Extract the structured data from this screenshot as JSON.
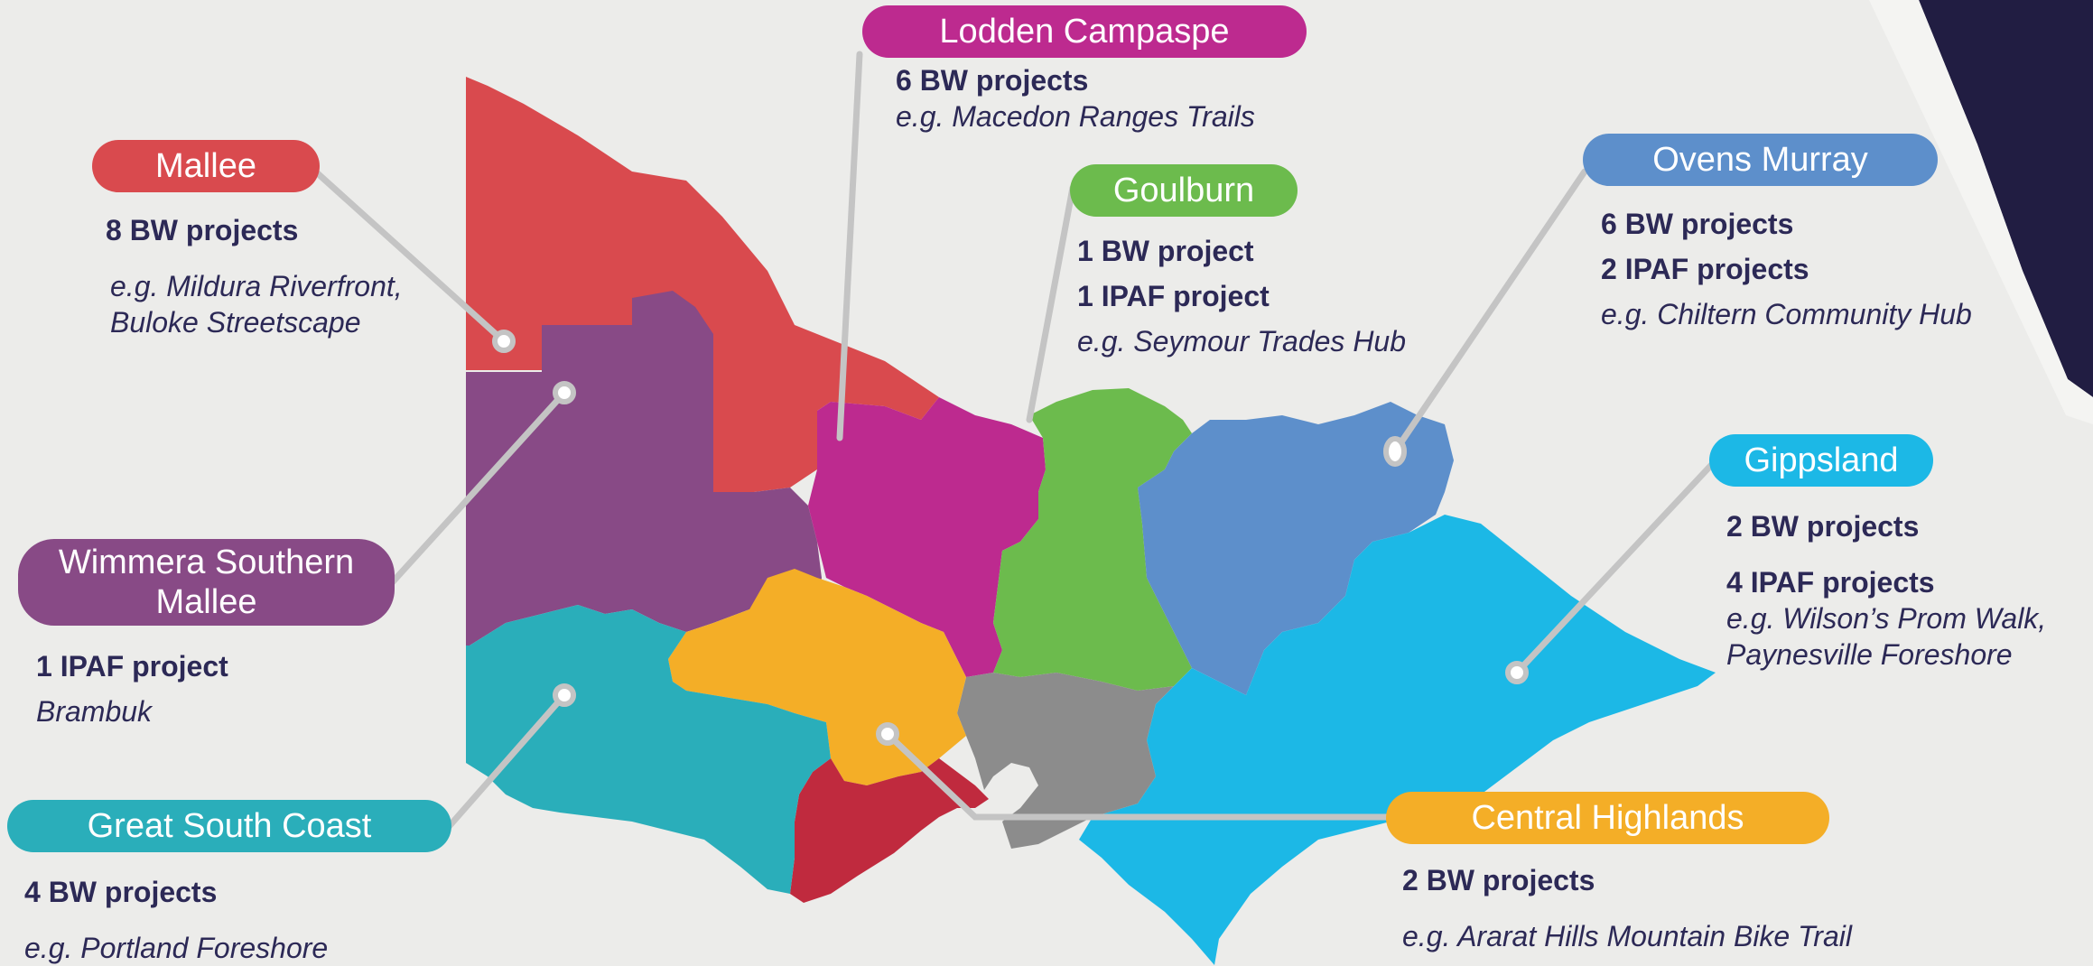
{
  "colors": {
    "mallee": "#d94a4e",
    "lodden": "#bd2a8f",
    "goulburn": "#6cbb4d",
    "ovens": "#5d8fcb",
    "wimmera": "#884a86",
    "gippsland": "#1cb8e6",
    "great_south": "#2aaeba",
    "central": "#f4ae27",
    "geelong": "#c02a3e",
    "melbourne": "#8c8c8c",
    "text": "#2c2956",
    "connector": "#c4c4c4",
    "corner": "#211d42"
  },
  "regions": {
    "mallee": {
      "name": "Mallee",
      "line1": "8 BW projects",
      "example": "e.g. Mildura Riverfront, Buloke Streetscape"
    },
    "lodden": {
      "name": "Lodden Campaspe",
      "line1": "6 BW projects",
      "example": "e.g. Macedon Ranges Trails"
    },
    "goulburn": {
      "name": "Goulburn",
      "line1": "1 BW project",
      "line2": "1 IPAF project",
      "example": "e.g. Seymour Trades Hub"
    },
    "ovens": {
      "name": "Ovens Murray",
      "line1": "6 BW projects",
      "line2": "2 IPAF projects",
      "example": "e.g. Chiltern Community Hub"
    },
    "wimmera": {
      "name": "Wimmera Southern Mallee",
      "line1": "1 IPAF project",
      "example": "Brambuk"
    },
    "gippsland": {
      "name": "Gippsland",
      "line1": "2 BW projects",
      "line2": "4 IPAF projects",
      "example": "e.g. Wilson’s Prom Walk, Paynesville Foreshore"
    },
    "great_south": {
      "name": "Great South Coast",
      "line1": "4 BW projects",
      "example": "e.g. Portland Foreshore"
    },
    "central": {
      "name": "Central Highlands",
      "line1": "2 BW projects",
      "example": "e.g. Ararat Hills Mountain Bike Trail"
    }
  }
}
